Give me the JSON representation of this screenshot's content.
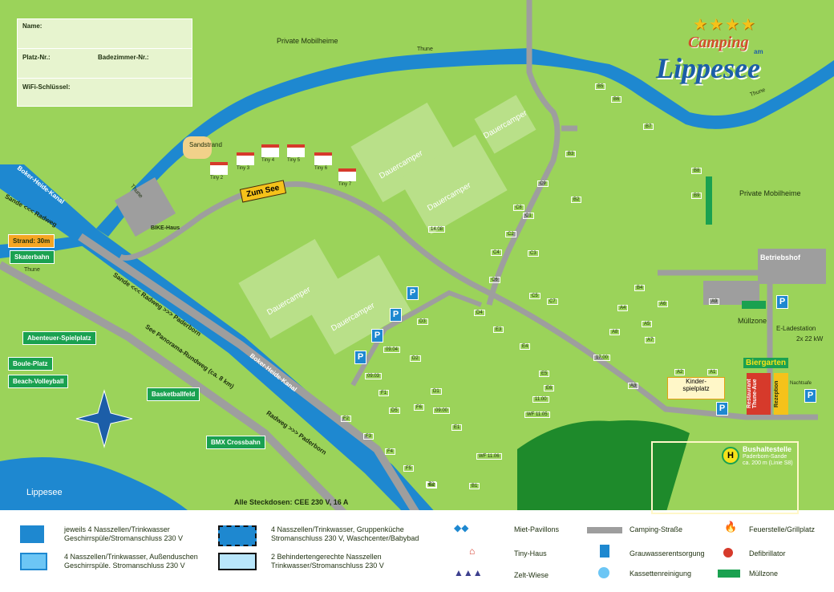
{
  "form": {
    "name": "Name:",
    "platz": "Platz-Nr.:",
    "bad": "Badezimmer-Nr.:",
    "wifi": "WiFi-Schlüssel:"
  },
  "logo": {
    "stars": "★★★★",
    "line1": "Camping",
    "line2": "Lippesee",
    "am": "am"
  },
  "labels": {
    "private_top": "Private Mobilheime",
    "private_right": "Private Mobilheime",
    "thune_top": "Thune",
    "thune_right": "Thune",
    "thune_left": "Thune",
    "thune_mid": "Thune",
    "sandstrand": "Sandstrand",
    "bike": "BIKE-Haus",
    "zum_see": "Zum See",
    "sande_radweg": "Sande <<< Radweg",
    "strand": "Strand: 30m",
    "skater": "Skaterbahn",
    "canal1": "Boker-Heide-Kanal",
    "canal2": "Boker-Heide-Kanal",
    "sande_pb": "Sande <<< Radweg >>> Paderborn",
    "see_rundweg": "See Panorama-Rundweg (ca. 8 km)",
    "radweg_pb": "Radweg >>> Paderborn",
    "abenteuer": "Abenteuer-Spielplatz",
    "boule": "Boule-Platz",
    "beach": "Beach-Volleyball",
    "basket": "Basketballfeld",
    "bmx": "BMX Crossbahn",
    "lippesee": "Lippesee",
    "steckdosen": "Alle Steckdosen: CEE 230 V, 16 A",
    "betriebshof": "Betriebshof",
    "muellzone": "Müllzone",
    "eladestation": "E-Ladestation",
    "eladestation_kw": "2x 22 kW",
    "biergarten": "Biergarten",
    "restaurant": "Restaurant Thune-Aue",
    "rezeption": "Rezeption",
    "nachtsafe": "Nachtsafe",
    "kinder": "Kinder-\nspielplatz",
    "bus_title": "Bushaltestelle",
    "bus_sub1": "Paderborn-Sande",
    "bus_sub2": "ca. 200 m (Linie S8)",
    "dauercamper": "Dauercamper"
  },
  "tiny": [
    "Tiny 2",
    "Tiny 3",
    "Tiny 4",
    "Tiny 5",
    "Tiny 6",
    "Tiny 7"
  ],
  "plots": [
    "B5",
    "B6",
    "B7",
    "B8",
    "B9",
    "B3",
    "B2",
    "C1",
    "C2",
    "C3",
    "C4",
    "C5",
    "C6",
    "C7",
    "C8",
    "C9",
    "D1",
    "D2",
    "D3",
    "D4",
    "D5",
    "E1",
    "E2",
    "E3",
    "E4",
    "E5",
    "E6",
    "F1",
    "F2",
    "F3",
    "F4",
    "F5",
    "F6",
    "A1",
    "A2",
    "A3",
    "A4",
    "A5",
    "A6",
    "A7",
    "A8",
    "A9",
    "B4",
    "14.08",
    "09.04",
    "09.03",
    "09.00",
    "17.00",
    "11.00",
    "WF 11.05",
    "WF 11.06",
    "E2",
    "B1"
  ],
  "legend": {
    "l1": "jeweils 4 Nasszellen/Trinkwasser\nGeschirrspüle/Stromanschluss 230 V",
    "l2": "4 Nasszellen/Trinkwasser, Außenduschen\nGeschirrspüle. Stromanschluss 230 V",
    "l3": "4 Nasszellen/Trinkwasser, Gruppenküche\nStromanschluss 230 V, Waschcenter/Babybad",
    "l4": "2 Behindertengerechte Nasszellen\nTrinkwasser/Stromanschluss 230 V",
    "l5": "Miet-Pavillons",
    "l6": "Tiny-Haus",
    "l7": "Zelt-Wiese",
    "l8": "Camping-Straße",
    "l9": "Grauwasserentsorgung",
    "l10": "Kassettenreinigung",
    "l11": "Feuerstelle/Grillplatz",
    "l12": "Defibrillator",
    "l13": "Müllzone"
  },
  "colors": {
    "grass": "#9bd35a",
    "water": "#1e88d0",
    "road": "#9e9e9e",
    "accent": "#1aa150",
    "red": "#d63a2b"
  }
}
